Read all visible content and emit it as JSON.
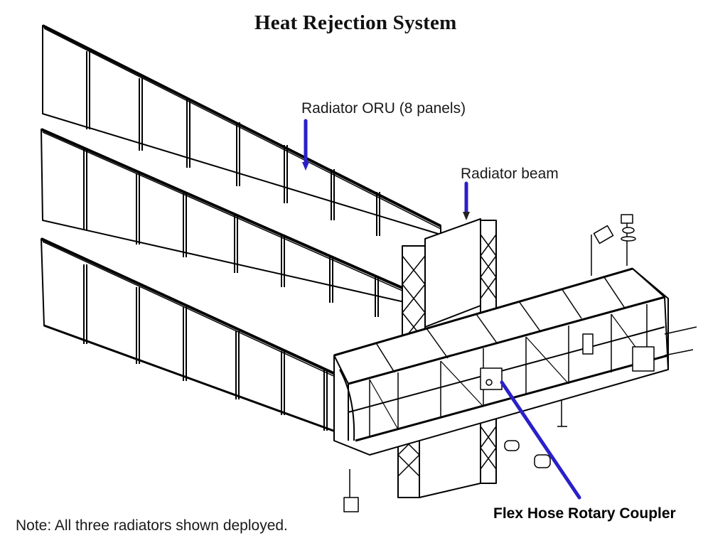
{
  "diagram": {
    "title": "Heat Rejection System",
    "labels": {
      "radiator_oru": "Radiator ORU (8 panels)",
      "radiator_beam": "Radiator beam",
      "flex_hose": "Flex Hose Rotary Coupler"
    },
    "note": "Note: All three radiators shown deployed.",
    "colors": {
      "arrow": "#2a1fc8",
      "line": "#000000",
      "background": "#ffffff"
    },
    "components": [
      "radiator-wing-upper",
      "radiator-wing-middle",
      "radiator-wing-lower",
      "radiator-beam",
      "truss-segment",
      "flex-hose-rotary-coupler"
    ],
    "panels_per_radiator": 8,
    "radiator_count": 3
  }
}
